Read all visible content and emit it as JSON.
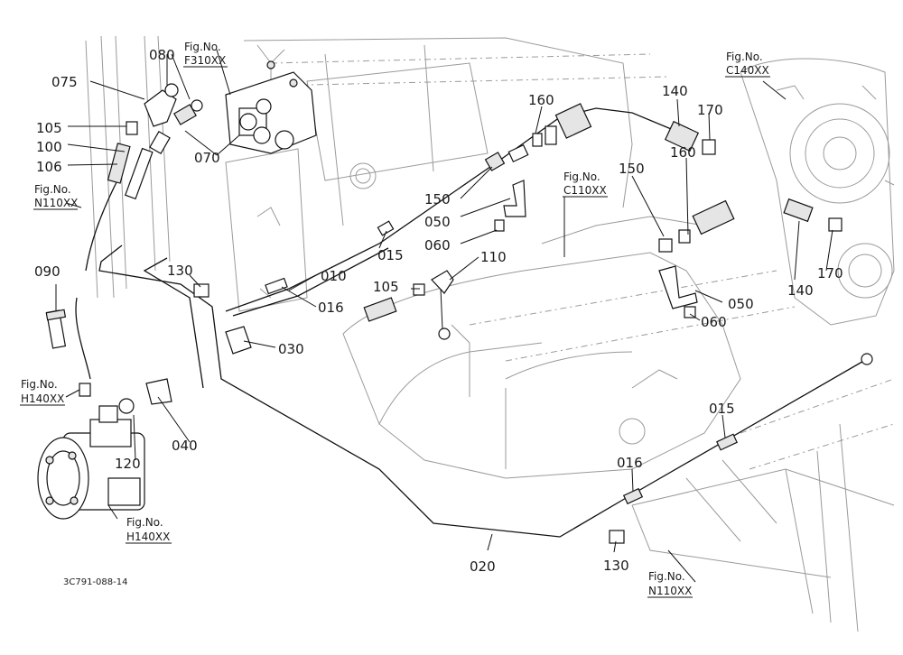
{
  "diagram": {
    "part_labels": [
      {
        "id": "p075",
        "text": "075"
      },
      {
        "id": "p080",
        "text": "080"
      },
      {
        "id": "p105a",
        "text": "105"
      },
      {
        "id": "p100",
        "text": "100"
      },
      {
        "id": "p106",
        "text": "106"
      },
      {
        "id": "p070",
        "text": "070"
      },
      {
        "id": "p090",
        "text": "090"
      },
      {
        "id": "p130a",
        "text": "130"
      },
      {
        "id": "p010",
        "text": "010"
      },
      {
        "id": "p016a",
        "text": "016"
      },
      {
        "id": "p015a",
        "text": "015"
      },
      {
        "id": "p030",
        "text": "030"
      },
      {
        "id": "p105b",
        "text": "105"
      },
      {
        "id": "p110",
        "text": "110"
      },
      {
        "id": "p050a",
        "text": "050"
      },
      {
        "id": "p060a",
        "text": "060"
      },
      {
        "id": "p150a",
        "text": "150"
      },
      {
        "id": "p160a",
        "text": "160"
      },
      {
        "id": "p140a",
        "text": "140"
      },
      {
        "id": "p170a",
        "text": "170"
      },
      {
        "id": "p150b",
        "text": "150"
      },
      {
        "id": "p160b",
        "text": "160"
      },
      {
        "id": "p140b",
        "text": "140"
      },
      {
        "id": "p170b",
        "text": "170"
      },
      {
        "id": "p050b",
        "text": "050"
      },
      {
        "id": "p060b",
        "text": "060"
      },
      {
        "id": "p120",
        "text": "120"
      },
      {
        "id": "p040",
        "text": "040"
      },
      {
        "id": "p015b",
        "text": "015"
      },
      {
        "id": "p016b",
        "text": "016"
      },
      {
        "id": "p020",
        "text": "020"
      },
      {
        "id": "p130b",
        "text": "130"
      }
    ],
    "fig_refs": [
      {
        "id": "f310",
        "prefix": "Fig.No.",
        "code": "F310XX"
      },
      {
        "id": "c140",
        "prefix": "Fig.No.",
        "code": "C140XX"
      },
      {
        "id": "n110a",
        "prefix": "Fig.No.",
        "code": "N110XX"
      },
      {
        "id": "c110",
        "prefix": "Fig.No.",
        "code": "C110XX"
      },
      {
        "id": "h140a",
        "prefix": "Fig.No.",
        "code": "H140XX"
      },
      {
        "id": "h140b",
        "prefix": "Fig.No.",
        "code": "H140XX"
      },
      {
        "id": "n110b",
        "prefix": "Fig.No.",
        "code": "N110XX"
      }
    ],
    "drawing_code": "3C791-088-14"
  }
}
